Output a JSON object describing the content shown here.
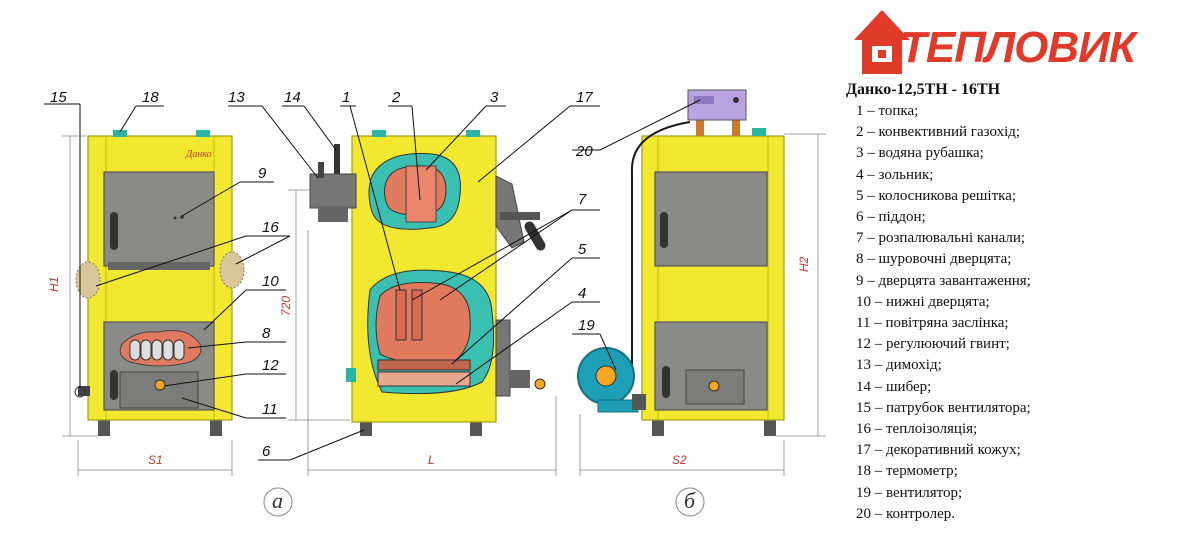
{
  "brand": {
    "name": "ТЕПЛОВИК",
    "color": "#e03a2a"
  },
  "legend": {
    "title": "Данко-12,5ТН - 16ТН",
    "items": [
      "1 – топка;",
      "2 – конвективний газохід;",
      "3 – водяна рубашка;",
      "4 – зольник;",
      "5 – колосникова решітка;",
      "6 – піддон;",
      "7 – розпалювальні канали;",
      "8 – шуровочні дверцята;",
      "9 – дверцята завантаження;",
      "10 – нижні дверцята;",
      "11 – повітряна заслінка;",
      "12 – регулюючий гвинт;",
      "13 – димохід;",
      "14 – шибер;",
      "15 – патрубок вентилятора;",
      "16 – теплоізоляція;",
      "17 – декоративний кожух;",
      "18 – термометр;",
      "19 – вентилятор;",
      "20 – контролер."
    ]
  },
  "callouts": {
    "n1": "1",
    "n2": "2",
    "n3": "3",
    "n4": "4",
    "n5": "5",
    "n6": "6",
    "n7": "7",
    "n8": "8",
    "n9": "9",
    "n10": "10",
    "n11": "11",
    "n12": "12",
    "n13": "13",
    "n14": "14",
    "n15": "15",
    "n16": "16",
    "n17": "17",
    "n18": "18",
    "n19": "19",
    "n20": "20"
  },
  "dimensions": {
    "h1": "H1",
    "h2": "H2",
    "s1": "S1",
    "s2": "S2",
    "l": "L",
    "d720": "720"
  },
  "captions": {
    "a": "а",
    "b": "б"
  },
  "nameplate": "Данко",
  "colors": {
    "casing": "#f2e830",
    "door": "#8a8a88",
    "firebox": "#e07a5f",
    "jacket": "#3bbfb0",
    "fan": "#1f9fb5",
    "controller": "#b9a3e0"
  }
}
